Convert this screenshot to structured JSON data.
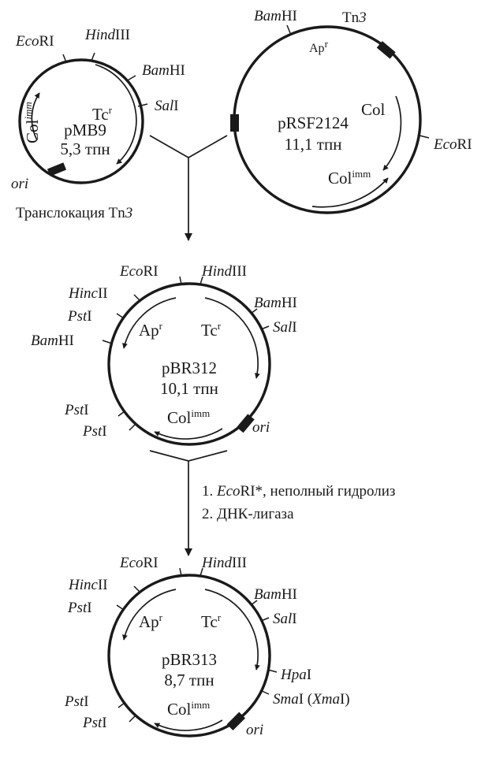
{
  "pmb9": {
    "ecori": "Eco",
    "ecori_sfx": "RI",
    "hindiii": "Hind",
    "hindiii_sfx": "III",
    "bamhi": "Bam",
    "bamhi_sfx": "HI",
    "sali": "Sal",
    "sali_sfx": "I",
    "ori": "ori",
    "tc": "Tc",
    "tc_sup": "r",
    "col": "Col",
    "col_sup": "imm",
    "name": "pMB9",
    "size": "5,3 тпн"
  },
  "prsf2124": {
    "bamhi": "Bam",
    "bamhi_sfx": "HI",
    "tn3": "Tn",
    "tn3_sfx": "3",
    "ap": "Ap",
    "ap_sup": "r",
    "col": "Col",
    "ecori": "Eco",
    "ecori_sfx": "RI",
    "colimm": "Col",
    "colimm_sup": "imm",
    "name": "pRSF2124",
    "size": "11,1 тпн"
  },
  "step1": {
    "label": "Транслокация Tn",
    "label_sfx": "3"
  },
  "pbr312": {
    "ecori": "Eco",
    "ecori_sfx": "RI",
    "hindiii": "Hind",
    "hindiii_sfx": "III",
    "hincii": "Hinc",
    "hincii_sfx": "II",
    "bamhi_r": "Bam",
    "bamhi_r_sfx": "HI",
    "psti_1": "Pst",
    "psti_1_sfx": "I",
    "sali": "Sal",
    "sali_sfx": "I",
    "bamhi_l": "Bam",
    "bamhi_l_sfx": "HI",
    "psti_2": "Pst",
    "psti_2_sfx": "I",
    "psti_3": "Pst",
    "psti_3_sfx": "I",
    "ori": "ori",
    "ap": "Ap",
    "ap_sup": "r",
    "tc": "Tc",
    "tc_sup": "r",
    "colimm": "Col",
    "colimm_sup": "imm",
    "name": "pBR312",
    "size": "10,1 тпн"
  },
  "step2": {
    "line1_num": "1. ",
    "line1_enzyme": "Eco",
    "line1_enzyme_sfx": "RI*",
    "line1_rest": ", неполный гидролиз",
    "line2": "2. ДНК-лигаза"
  },
  "pbr313": {
    "ecori": "Eco",
    "ecori_sfx": "RI",
    "hindiii": "Hind",
    "hindiii_sfx": "III",
    "hincii": "Hinc",
    "hincii_sfx": "II",
    "bamhi": "Bam",
    "bamhi_sfx": "HI",
    "psti_1": "Pst",
    "psti_1_sfx": "I",
    "sali": "Sal",
    "sali_sfx": "I",
    "hpai": "Hpa",
    "hpai_sfx": "I",
    "smai": "Sma",
    "smai_sfx": "I (",
    "xmai": "Xma",
    "xmai_sfx": "I)",
    "psti_2": "Pst",
    "psti_2_sfx": "I",
    "psti_3": "Pst",
    "psti_3_sfx": "I",
    "ori": "ori",
    "ap": "Ap",
    "ap_sup": "r",
    "tc": "Tc",
    "tc_sup": "r",
    "colimm": "Col",
    "colimm_sup": "imm",
    "name": "pBR313",
    "size": "8,7 тпн"
  }
}
